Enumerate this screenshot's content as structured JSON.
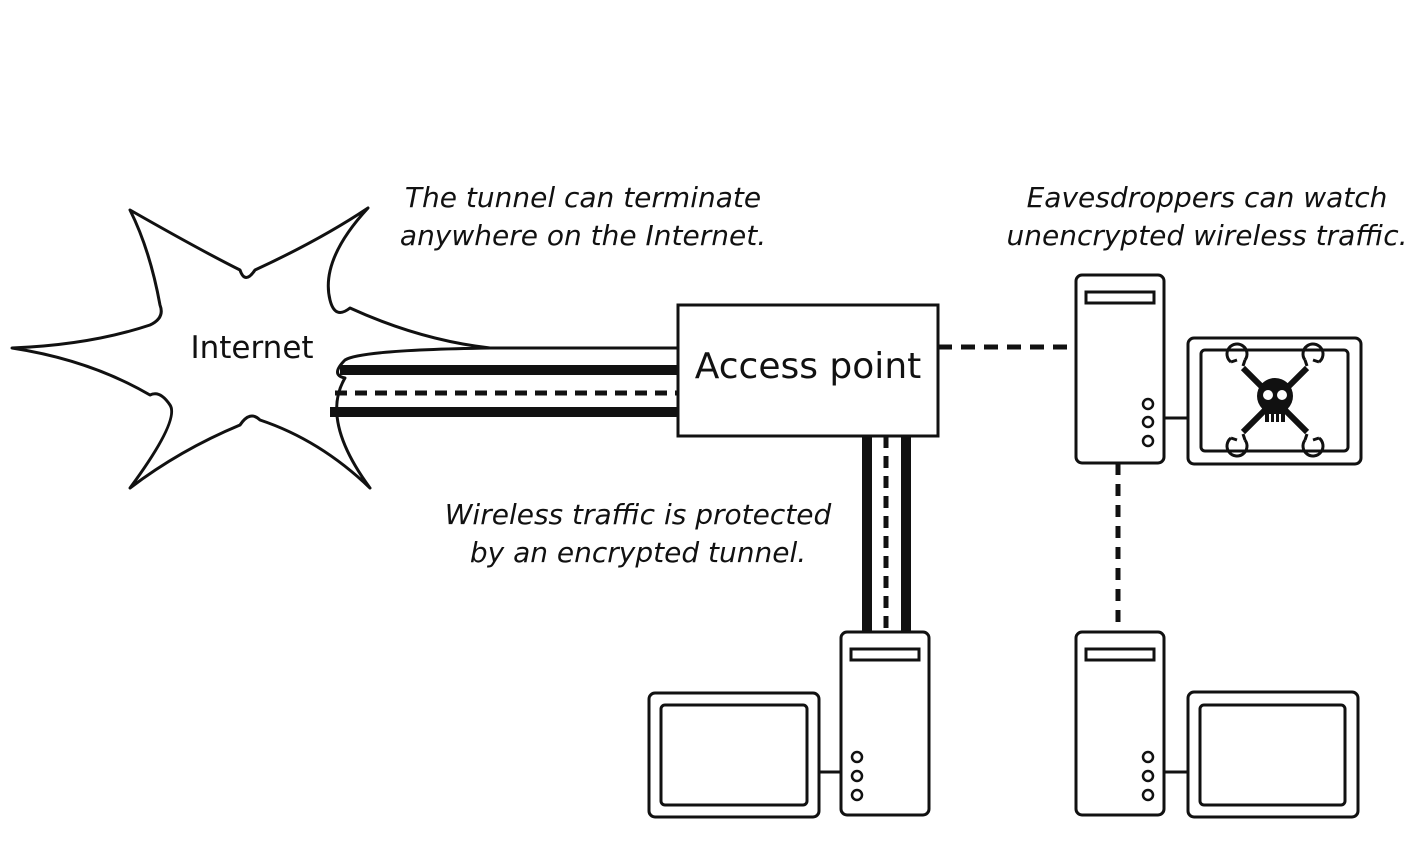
{
  "colors": {
    "ink": "#111111",
    "background": "#ffffff"
  },
  "internet": {
    "label": "Internet"
  },
  "access_point": {
    "label": "Access point"
  },
  "captions": {
    "tunnel_terminate": [
      "The tunnel can terminate",
      "anywhere on the Internet."
    ],
    "eavesdroppers": [
      "Eavesdroppers can watch",
      "unencrypted wireless traffic."
    ],
    "wireless_protected": [
      "Wireless traffic is protected",
      "by an encrypted tunnel."
    ]
  },
  "icons": {
    "cloud": "internet-cloud-icon",
    "router": "access-point-box",
    "computer": "desktop-computer-icon",
    "attacker": "skull-crossed-wrenches-icon"
  }
}
